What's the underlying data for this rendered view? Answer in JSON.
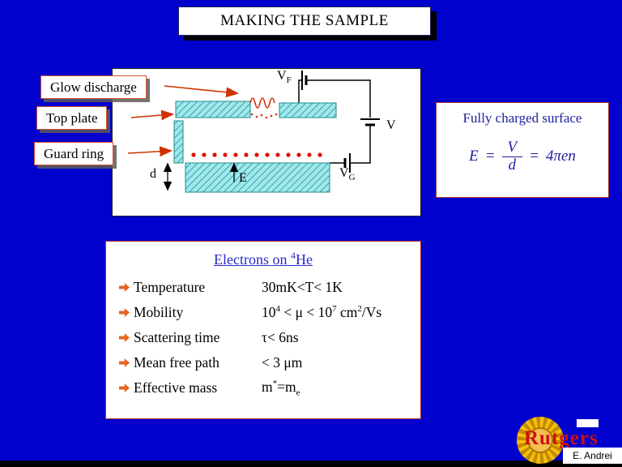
{
  "slide": {
    "title": "MAKING THE SAMPLE",
    "credit": "E. Andrei",
    "logo_text": "Rutgers"
  },
  "tags": {
    "glow_discharge": "Glow discharge",
    "top_plate": "Top plate",
    "guard_ring": "Guard ring"
  },
  "diagram": {
    "vf_main": "V",
    "vf_sub": "F",
    "v": "V",
    "vg_main": "V",
    "vg_sub": "G",
    "e": "E",
    "d": "d"
  },
  "charged_surface": {
    "title": "Fully charged surface",
    "eq_lhs": "E",
    "eq_sign1": "=",
    "eq_num": "V",
    "eq_den": "d",
    "eq_sign2": "=",
    "eq_rhs": "4πen"
  },
  "electrons": {
    "title_pre": "Electrons on ",
    "title_sup": "4",
    "title_post": "He",
    "rows": [
      {
        "label": "Temperature",
        "value": "30mK<T< 1K"
      },
      {
        "label": "Mobility",
        "v1": "10",
        "sup1": "4",
        "v2": " < μ < 10",
        "sup2": "7",
        "v3": " cm",
        "sup3": "2",
        "v4": "/Vs"
      },
      {
        "label": "Scattering time",
        "value": "τ< 6ns"
      },
      {
        "label": "Mean free path",
        "value": "< 3 μm"
      },
      {
        "label": "Effective mass",
        "v1": "m",
        "sup1": "*",
        "v2": "=m",
        "sub1": "e"
      }
    ]
  },
  "colors": {
    "background": "#0101CE",
    "panel_border_red": "#B03030",
    "tag_border_orange": "#D4502A",
    "dark_blue_text": "#1F1F9E",
    "electron_red": "#CC2200",
    "plate_cyan": "#9FE8EC",
    "hatch_teal": "#1F8A8A",
    "logo_gold": "#F0A800",
    "logo_red": "#CC1111"
  }
}
